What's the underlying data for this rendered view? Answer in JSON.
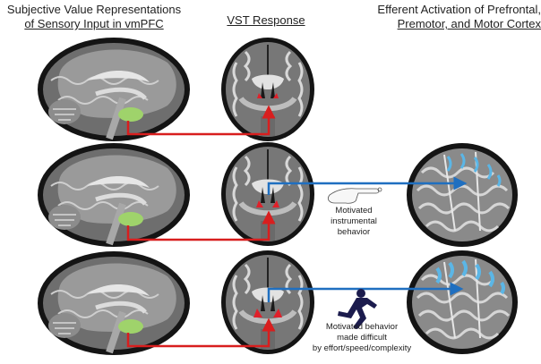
{
  "headers": {
    "col1": {
      "line1": "Subjective Value Representations",
      "line2": "of Sensory Input in vmPFC"
    },
    "col2": {
      "line1": "VST Response"
    },
    "col3": {
      "line1": "Efferent Activation of Prefrontal,",
      "line2": "Premotor, and Motor Cortex"
    }
  },
  "behaviors": {
    "row2": {
      "line1": "Motivated",
      "line2": "instrumental",
      "line3": "behavior"
    },
    "row3": {
      "line1": "Motivated behavior",
      "line2": "made difficult",
      "line3": "by effort/speed/complexity"
    }
  },
  "colors": {
    "vmpfc_highlight": "#9fd36b",
    "vst_highlight": "#e0202a",
    "vmpfc_to_vst_arrow": "#d81e1e",
    "vst_to_cortex_arrow": "#1f6fc0",
    "cortex_highlight": "#5bb6e6",
    "brain_frame": "#1a1a1a",
    "grey_matter": "#8a8a8a",
    "white_matter": "#d9d9d9"
  },
  "icons": [
    "brain-sagittal-icon",
    "brain-coronal-icon",
    "brain-lateral-icon",
    "pointing-hand-icon",
    "running-figure-icon"
  ]
}
